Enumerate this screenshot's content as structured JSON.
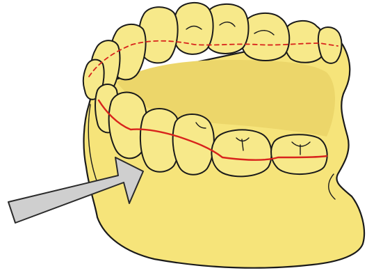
{
  "illustration": {
    "subject": "dental-arch-illustration",
    "colors": {
      "tooth_fill": "#f7e98a",
      "gum_fill": "#f6e47a",
      "gum_shadow": "#ecd66a",
      "outline": "#1a1a1a",
      "contact_line": "#d8231c",
      "arrow_fill": "#cfcfcf",
      "arrow_outline": "#2a2a2a"
    },
    "upper_teeth_count": 9,
    "lower_teeth_count": 6,
    "arrow": {
      "icon": "pointer-arrow-icon",
      "direction": "up-right"
    }
  }
}
